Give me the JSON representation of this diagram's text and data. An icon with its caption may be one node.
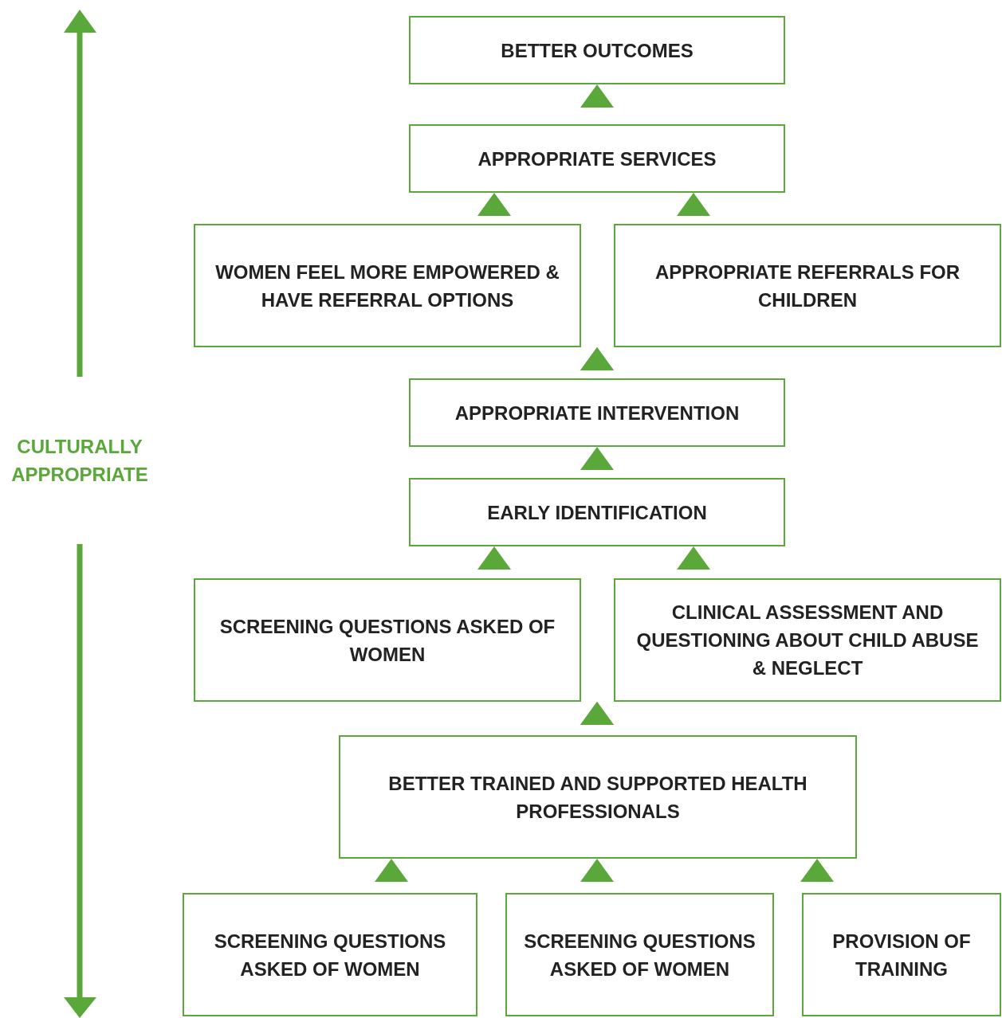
{
  "diagram": {
    "nodes": [
      {
        "text": [
          "BETTER OUTCOMES"
        ]
      },
      {
        "text": [
          "APPROPRIATE SERVICES"
        ]
      },
      {
        "text": [
          "WOMEN FEEL MORE EMPOWERED & HAVE REFERRAL OPTIONS"
        ]
      },
      {
        "text": [
          "APPROPRIATE REFERRALS FOR CHILDREN"
        ]
      },
      {
        "text": [
          "APPROPRIATE INTERVENTION"
        ]
      },
      {
        "text": [
          "EARLY IDENTIFICATION"
        ]
      },
      {
        "text": [
          "SCREENING QUESTIONS ASKED OF WOMEN"
        ]
      },
      {
        "text": [
          "CLINICAL ASSESSMENT AND QUESTIONING ABOUT CHILD ABUSE & NEGLECT"
        ]
      },
      {
        "text": [
          "BETTER TRAINED AND SUPPORTED HEALTH PROFESSIONALS"
        ]
      },
      {
        "text": [
          "SCREENING QUESTIONS ASKED OF WOMEN"
        ]
      },
      {
        "text": [
          "SCREENING QUESTIONS ASKED OF WOMEN"
        ]
      },
      {
        "text": [
          "PROVISION OF TRAINING"
        ]
      }
    ],
    "edges": [
      {
        "from": 1,
        "to": 0,
        "arrow": "to"
      },
      {
        "from": 2,
        "to": 1,
        "arrow": "to"
      },
      {
        "from": 3,
        "to": 1,
        "arrow": "to"
      },
      {
        "from": 4,
        "to": 2,
        "arrow": "to"
      },
      {
        "from": 4,
        "to": 3,
        "arrow": "to"
      },
      {
        "from": 5,
        "to": 4,
        "arrow": "to"
      },
      {
        "from": 6,
        "to": 5,
        "arrow": "to"
      },
      {
        "from": 7,
        "to": 5,
        "arrow": "to"
      },
      {
        "from": 8,
        "to": 6,
        "arrow": "to"
      },
      {
        "from": 8,
        "to": 7,
        "arrow": "to"
      },
      {
        "from": 9,
        "to": 8,
        "arrow": "to"
      },
      {
        "from": 10,
        "to": 8,
        "arrow": "to"
      },
      {
        "from": 11,
        "to": 8,
        "arrow": "to"
      }
    ],
    "labels": [
      "CULTURALLY APPROPRIATE"
    ]
  }
}
